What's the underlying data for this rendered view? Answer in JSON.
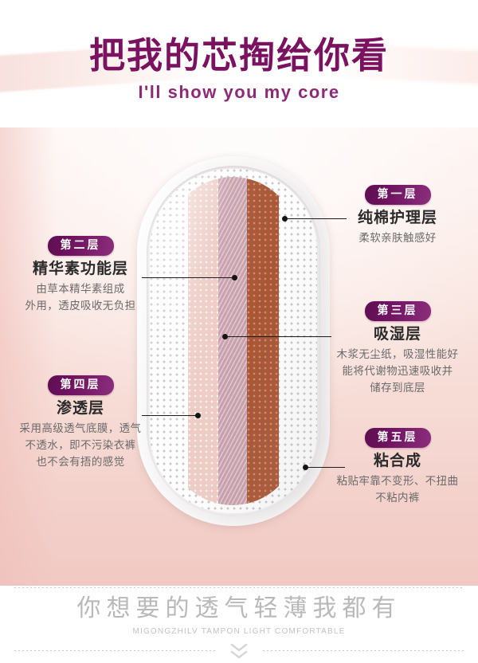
{
  "header": {
    "title_cn": "把我的芯掏给你看",
    "title_en": "I'll show you my core"
  },
  "colors": {
    "brand_purple": "#7b1260",
    "badge_gradient_start": "#5d0f50",
    "badge_gradient_end": "#8b2e7c",
    "panel_pink": "#f7dcd6",
    "layer_cotton": "#edccc5",
    "layer_essence": "#c8a0ac",
    "layer_absorb": "#a95634",
    "mesh_white": "#fdfdfd",
    "leader_line": "#1c1c1c",
    "footer_gray": "#b9b9b9"
  },
  "product": {
    "name": "sanitary-pad-cutaway",
    "shape": "rounded-pill",
    "surface": "perforated-dotted-mesh"
  },
  "callouts": [
    {
      "id": "layer-1",
      "badge": "第一层",
      "title": "纯棉护理层",
      "desc": [
        "柔软亲肤触感好"
      ],
      "side": "right"
    },
    {
      "id": "layer-2",
      "badge": "第二层",
      "title": "精华素功能层",
      "desc": [
        "由草本精华素组成",
        "外用，透皮吸收无负担"
      ],
      "side": "left"
    },
    {
      "id": "layer-3",
      "badge": "第三层",
      "title": "吸湿层",
      "desc": [
        "木浆无尘纸，吸湿性能好",
        "能将代谢物迅速吸收并",
        "储存到底层"
      ],
      "side": "right"
    },
    {
      "id": "layer-4",
      "badge": "第四层",
      "title": "渗透层",
      "desc": [
        "采用高级透气底膜，透气",
        "不透水，即不污染衣裤",
        "也不会有捂的感觉"
      ],
      "side": "left"
    },
    {
      "id": "layer-5",
      "badge": "第五层",
      "title": "粘合成",
      "desc": [
        "粘贴牢靠不变形、不扭曲",
        "不粘内裤"
      ],
      "side": "right"
    }
  ],
  "footer": {
    "text_cn": "你想要的透气轻薄我都有",
    "text_en": "MIGONGZHILV TAMPON LIGHT COMFORTABLE",
    "scroll_icon": "double-chevron-down-icon"
  }
}
